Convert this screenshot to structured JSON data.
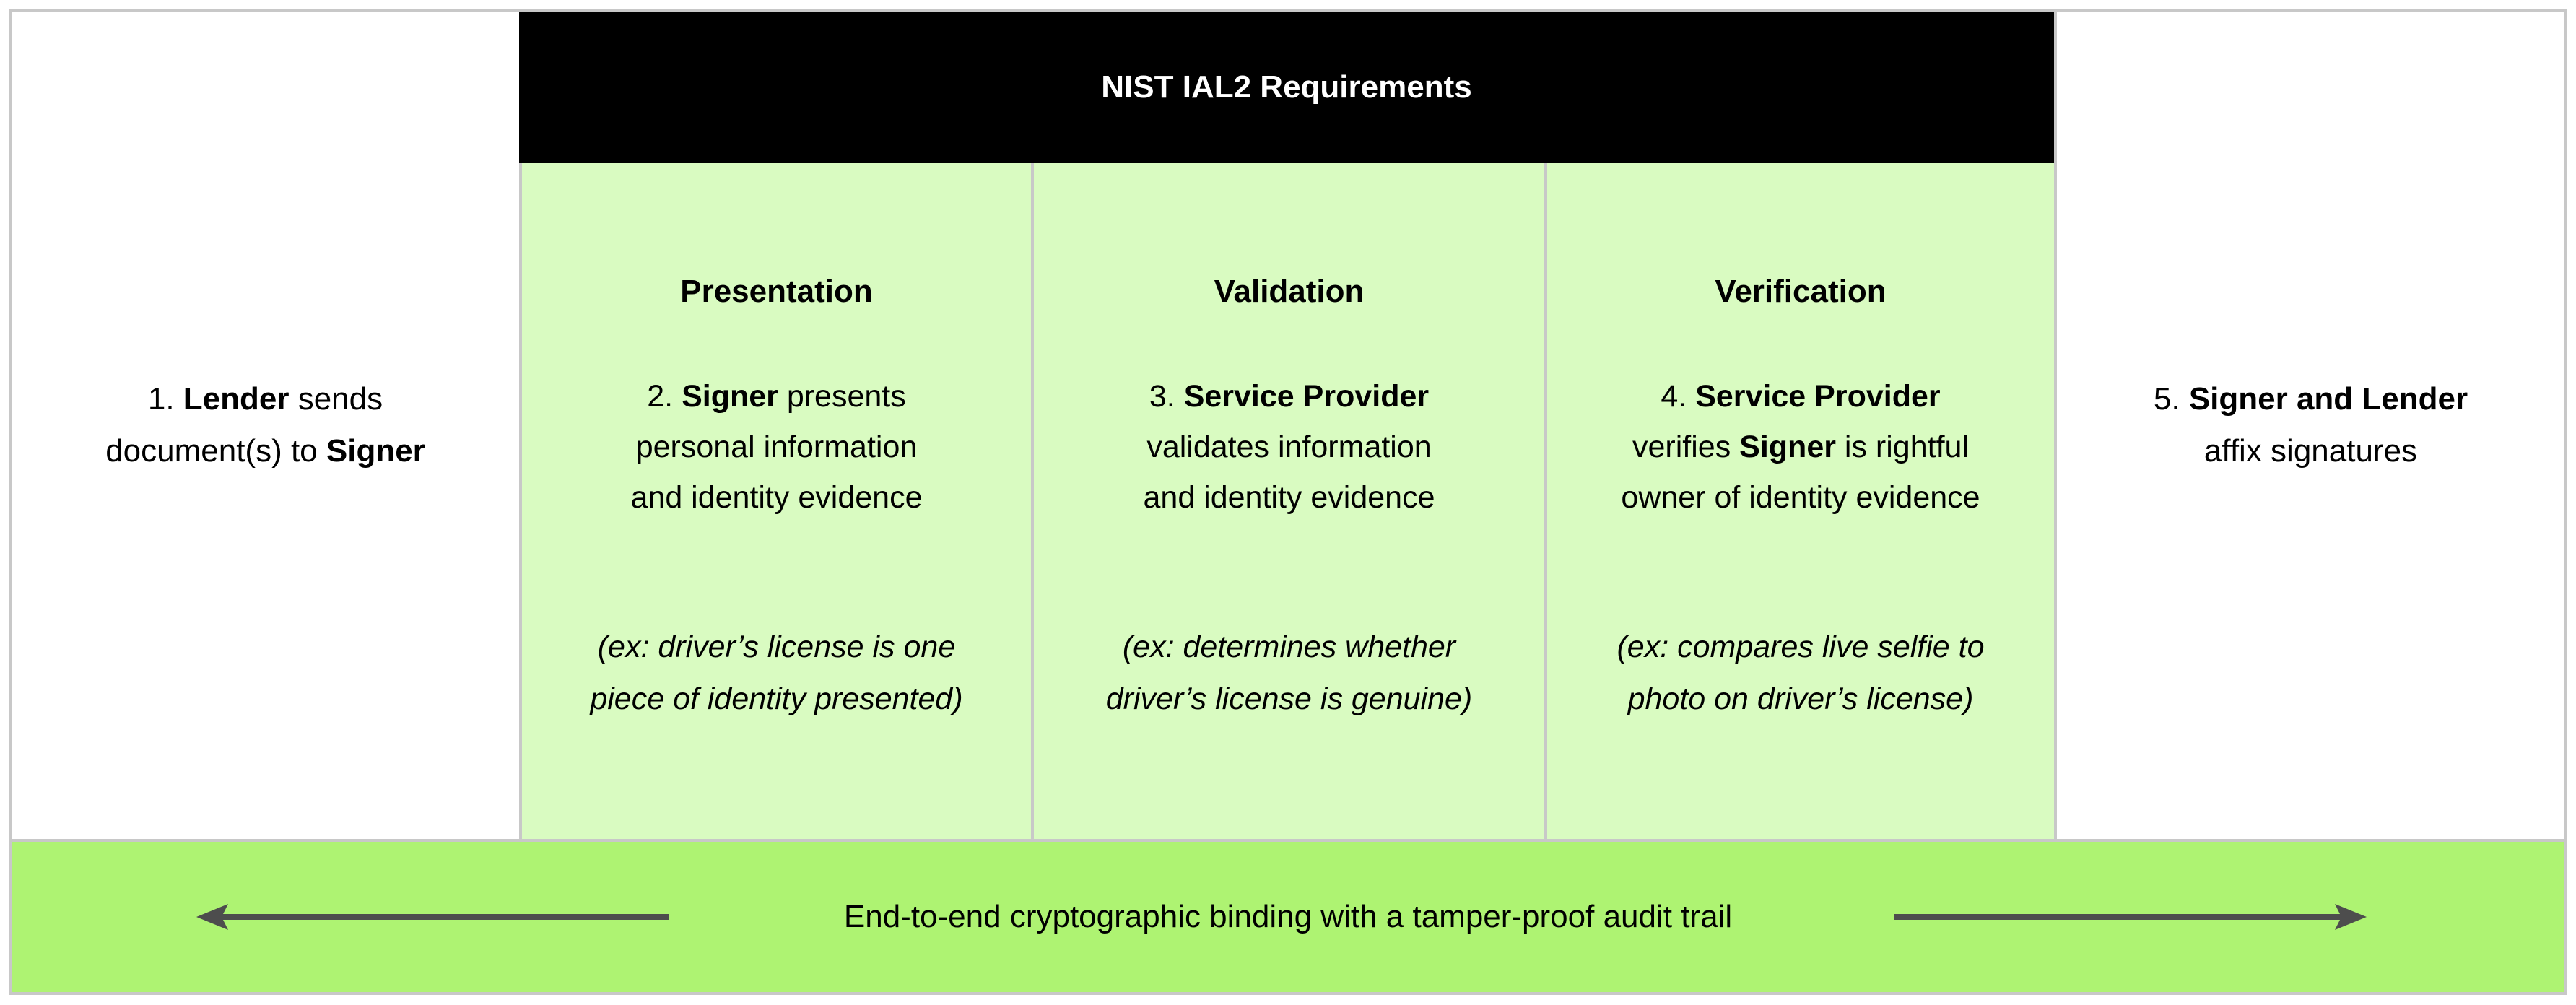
{
  "title": "NIST IAL2 Requirements",
  "colors": {
    "header_bg": "#000000",
    "header_text": "#ffffff",
    "cell_green": "#d9fbc1",
    "banner_green": "#aef372",
    "border_gray": "#c8c8c8",
    "arrow_gray": "#4d4d4d",
    "text": "#000000"
  },
  "lender_cell": {
    "lines": [
      [
        {
          "t": "1. "
        },
        {
          "t": "Lender",
          "b": true
        },
        {
          "t": " sends"
        }
      ],
      [
        {
          "t": "document(s) to "
        },
        {
          "t": "Signer",
          "b": true
        }
      ]
    ]
  },
  "columns": [
    {
      "heading": "Presentation",
      "body": [
        [
          {
            "t": "2. "
          },
          {
            "t": "Signer",
            "b": true
          },
          {
            "t": " presents"
          }
        ],
        [
          {
            "t": "personal information"
          }
        ],
        [
          {
            "t": "and identity evidence"
          }
        ]
      ],
      "example": [
        "(ex: driver’s license is one",
        "piece of identity presented)"
      ]
    },
    {
      "heading": "Validation",
      "body": [
        [
          {
            "t": "3. "
          },
          {
            "t": "Service Provider",
            "b": true
          }
        ],
        [
          {
            "t": "validates information"
          }
        ],
        [
          {
            "t": "and identity evidence"
          }
        ]
      ],
      "example": [
        "(ex: determines whether",
        "driver’s license is genuine)"
      ]
    },
    {
      "heading": "Verification",
      "body": [
        [
          {
            "t": "4. "
          },
          {
            "t": "Service Provider",
            "b": true
          }
        ],
        [
          {
            "t": "verifies "
          },
          {
            "t": "Signer",
            "b": true
          },
          {
            "t": " is rightful"
          }
        ],
        [
          {
            "t": "owner of identity evidence"
          }
        ]
      ],
      "example": [
        "(ex: compares live selfie to",
        "photo on driver’s license)"
      ]
    }
  ],
  "signer_lender_cell": {
    "lines": [
      [
        {
          "t": "5. "
        },
        {
          "t": "Signer and Lender",
          "b": true
        }
      ],
      [
        {
          "t": "affix signatures"
        }
      ]
    ]
  },
  "banner": {
    "text": "End-to-end cryptographic binding with a tamper-proof audit trail"
  }
}
